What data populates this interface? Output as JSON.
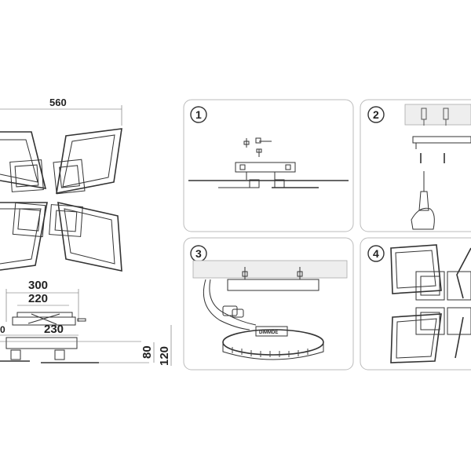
{
  "dimensions": {
    "width_total": "560",
    "bracket_outer": "300",
    "bracket_inner": "220",
    "base_width": "230",
    "height_body": "80",
    "height_total": "120"
  },
  "steps": [
    {
      "number": "1"
    },
    {
      "number": "2"
    },
    {
      "number": "3"
    },
    {
      "number": "4"
    }
  ],
  "labels": {
    "driver_label": "DIMMDE"
  }
}
